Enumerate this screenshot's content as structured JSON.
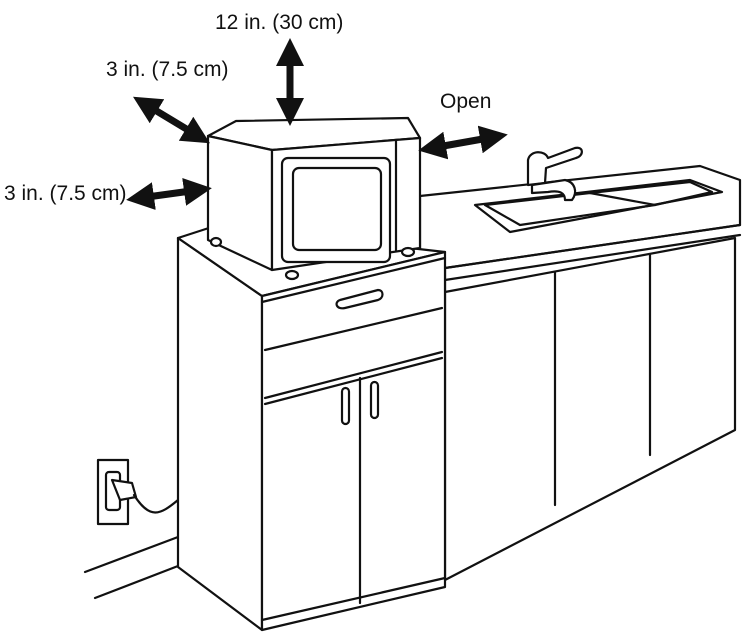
{
  "labels": {
    "top_clearance": "12 in. (30 cm)",
    "side_clearance_upper": "3 in. (7.5 cm)",
    "side_clearance_lower": "3 in. (7.5 cm)",
    "open": "Open"
  },
  "colors": {
    "line": "#111111",
    "background": "#ffffff"
  }
}
